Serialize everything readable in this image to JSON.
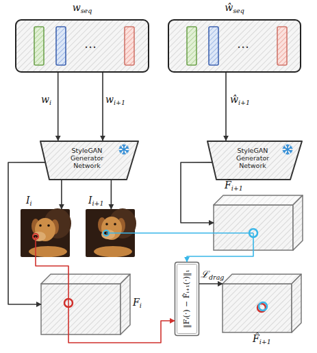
{
  "diagram": {
    "nodes": [
      {
        "text": [
          "wseq"
        ]
      },
      {
        "text": [
          "ŵseq"
        ]
      },
      {
        "text": [
          "StyleGAN Generator Network"
        ]
      },
      {
        "text": [
          "StyleGAN Generator Network"
        ]
      },
      {
        "text": [
          "Ii"
        ]
      },
      {
        "text": [
          "Ii+1"
        ]
      },
      {
        "text": [
          "Fi"
        ]
      },
      {
        "text": [
          "F̂i+1"
        ]
      },
      {
        "text": [
          "‖Fᵢ(·) − F̂ᵢ₊₁(·)‖₁"
        ]
      },
      {
        "text": [
          "F̂i+1"
        ]
      }
    ],
    "edges": [
      {
        "from": 0,
        "to": 2,
        "arrow": "to",
        "label": "wi"
      },
      {
        "from": 0,
        "to": 2,
        "arrow": "to",
        "label": "wi+1"
      },
      {
        "from": 1,
        "to": 3,
        "arrow": "to",
        "label": "ŵi+1"
      },
      {
        "from": 2,
        "to": 4,
        "arrow": "to"
      },
      {
        "from": 2,
        "to": 5,
        "arrow": "to"
      },
      {
        "from": 2,
        "to": 6,
        "arrow": "to"
      },
      {
        "from": 3,
        "to": 7,
        "arrow": "to"
      },
      {
        "from": 4,
        "to": 6,
        "arrow": "none"
      },
      {
        "from": 6,
        "to": 8,
        "arrow": "to"
      },
      {
        "from": 5,
        "to": 7,
        "arrow": "none"
      },
      {
        "from": 7,
        "to": 8,
        "arrow": "to"
      },
      {
        "from": 8,
        "to": 9,
        "arrow": "to",
        "label": "ℒdrag"
      }
    ],
    "labels": [
      "…",
      "…"
    ]
  }
}
